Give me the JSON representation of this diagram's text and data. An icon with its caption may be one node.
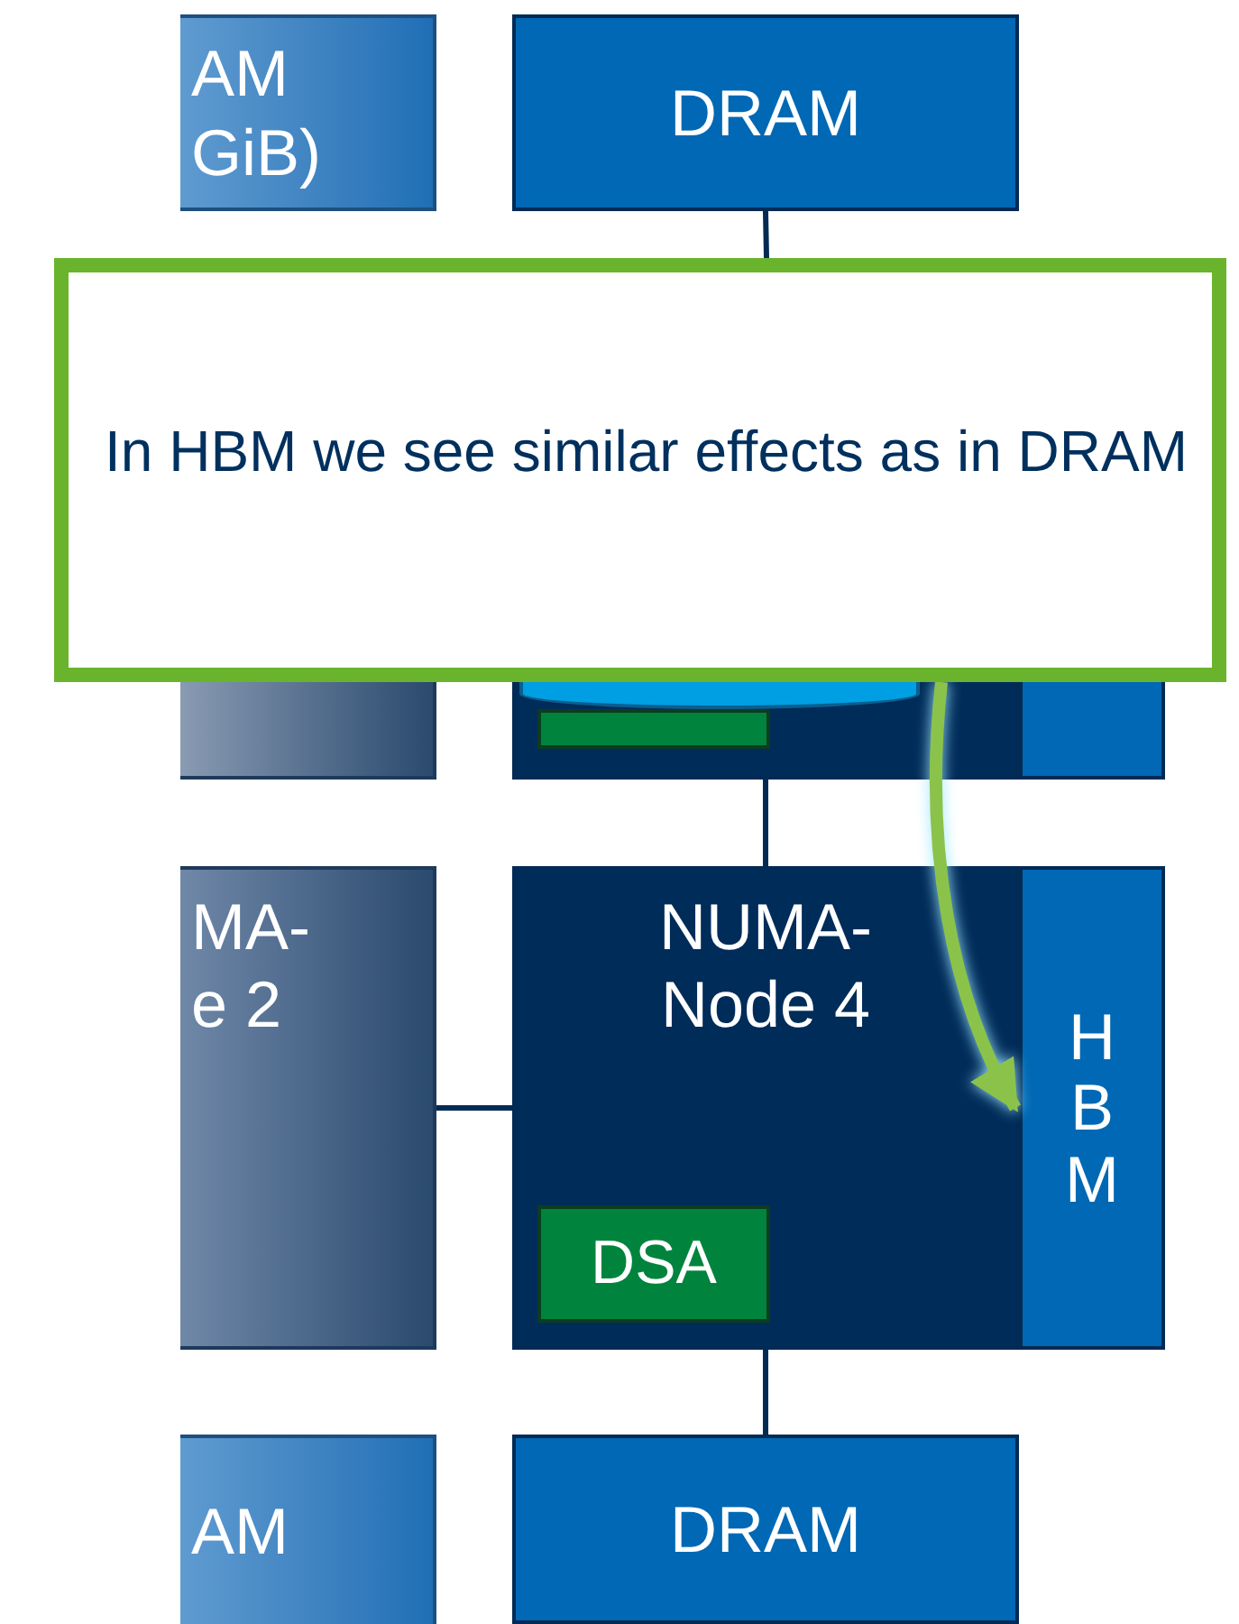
{
  "diagram": {
    "nodes": [
      {
        "text": [
          "AM GiB)"
        ]
      },
      {
        "text": [
          "DRAM"
        ]
      },
      {
        "text": [],
        "shape": "box"
      },
      {
        "text": [],
        "shape": "box"
      },
      {
        "text": [],
        "shape": "bar"
      },
      {
        "text": [],
        "shape": "box",
        "in": 3
      },
      {
        "text": [],
        "shape": "ellipse",
        "in": 3
      },
      {
        "text": [
          "MA- e 2"
        ]
      },
      {
        "text": [
          "NUMA- Node 4"
        ]
      },
      {
        "text": [
          "HBM"
        ]
      },
      {
        "text": [
          "DSA"
        ],
        "in": 8
      },
      {
        "text": [
          "AM"
        ]
      },
      {
        "text": [
          "DRAM"
        ]
      },
      {
        "text": [
          "In HBM we see similar effects as in DRAM"
        ]
      }
    ],
    "edges": [
      {
        "from": 1,
        "to": 13,
        "arrow": "none"
      },
      {
        "from": 3,
        "to": 8,
        "arrow": "none"
      },
      {
        "from": 7,
        "to": 8,
        "arrow": "none"
      },
      {
        "from": 8,
        "to": 12,
        "arrow": "none"
      },
      {
        "from": 3,
        "to": 9,
        "arrow": "to",
        "style": "thick",
        "color": "#8bc34a"
      }
    ]
  }
}
